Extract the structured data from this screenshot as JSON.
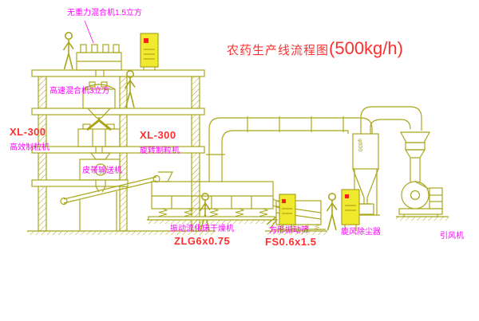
{
  "title": {
    "text": "农药生产线流程图",
    "capacity": "(500kg/h)"
  },
  "colors": {
    "line": "#a9a61c",
    "label_magenta": "#ff00ff",
    "label_red": "#ff2f2f",
    "cabinet_fill": "#f0e92e",
    "indicator_red": "#ff1e1e",
    "background": "#ffffff"
  },
  "labels": {
    "mixer1": "无重力混合机1.5立方",
    "mixer2": "高速混合机3立方",
    "granulator_left_model": "XL-300",
    "granulator_left": "高效制粒机",
    "granulator_right_model": "XL-300",
    "granulator_right": "旋转制粒机",
    "belt_conveyor": "皮带输送机",
    "dryer": "振动流化床干燥机",
    "dryer_model": "ZLG6x0.75",
    "sieve": "方形振动筛",
    "sieve_model": "FS0.6x1.5",
    "cyclone": "旋风除尘器",
    "cyclone_dim": "φ600",
    "fan": "引风机"
  }
}
